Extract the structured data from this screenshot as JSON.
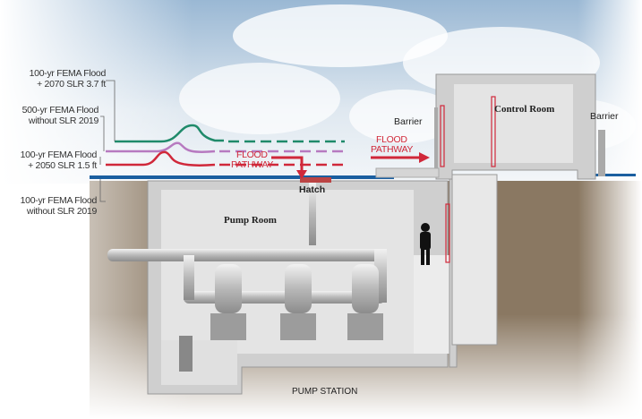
{
  "title": "PUMP STATION",
  "flood_levels": [
    {
      "line1": "100-yr FEMA Flood",
      "line2": "+ 2070 SLR 3.7 ft",
      "color": "#1f8a6a"
    },
    {
      "line1": "500-yr FEMA Flood",
      "line2": "without SLR 2019",
      "color": "#b77ac0"
    },
    {
      "line1": "100-yr FEMA Flood",
      "line2": "+ 2050 SLR 1.5 ft",
      "color": "#d0283a"
    },
    {
      "line1": "100-yr FEMA Flood",
      "line2": "without SLR 2019",
      "color": "#1b5fa0"
    }
  ],
  "labels": {
    "flood_pathway_1": [
      "FLOOD",
      "PATHWAY"
    ],
    "flood_pathway_2": [
      "FLOOD",
      "PATHWAY"
    ],
    "hatch": "Hatch",
    "pump_room": "Pump Room",
    "control_room": "Control Room",
    "barrier_left": "Barrier",
    "barrier_right": "Barrier"
  },
  "colors": {
    "flood_red": "#d0283a",
    "ground": "#8a7862",
    "wall": "#d9d9d9"
  }
}
